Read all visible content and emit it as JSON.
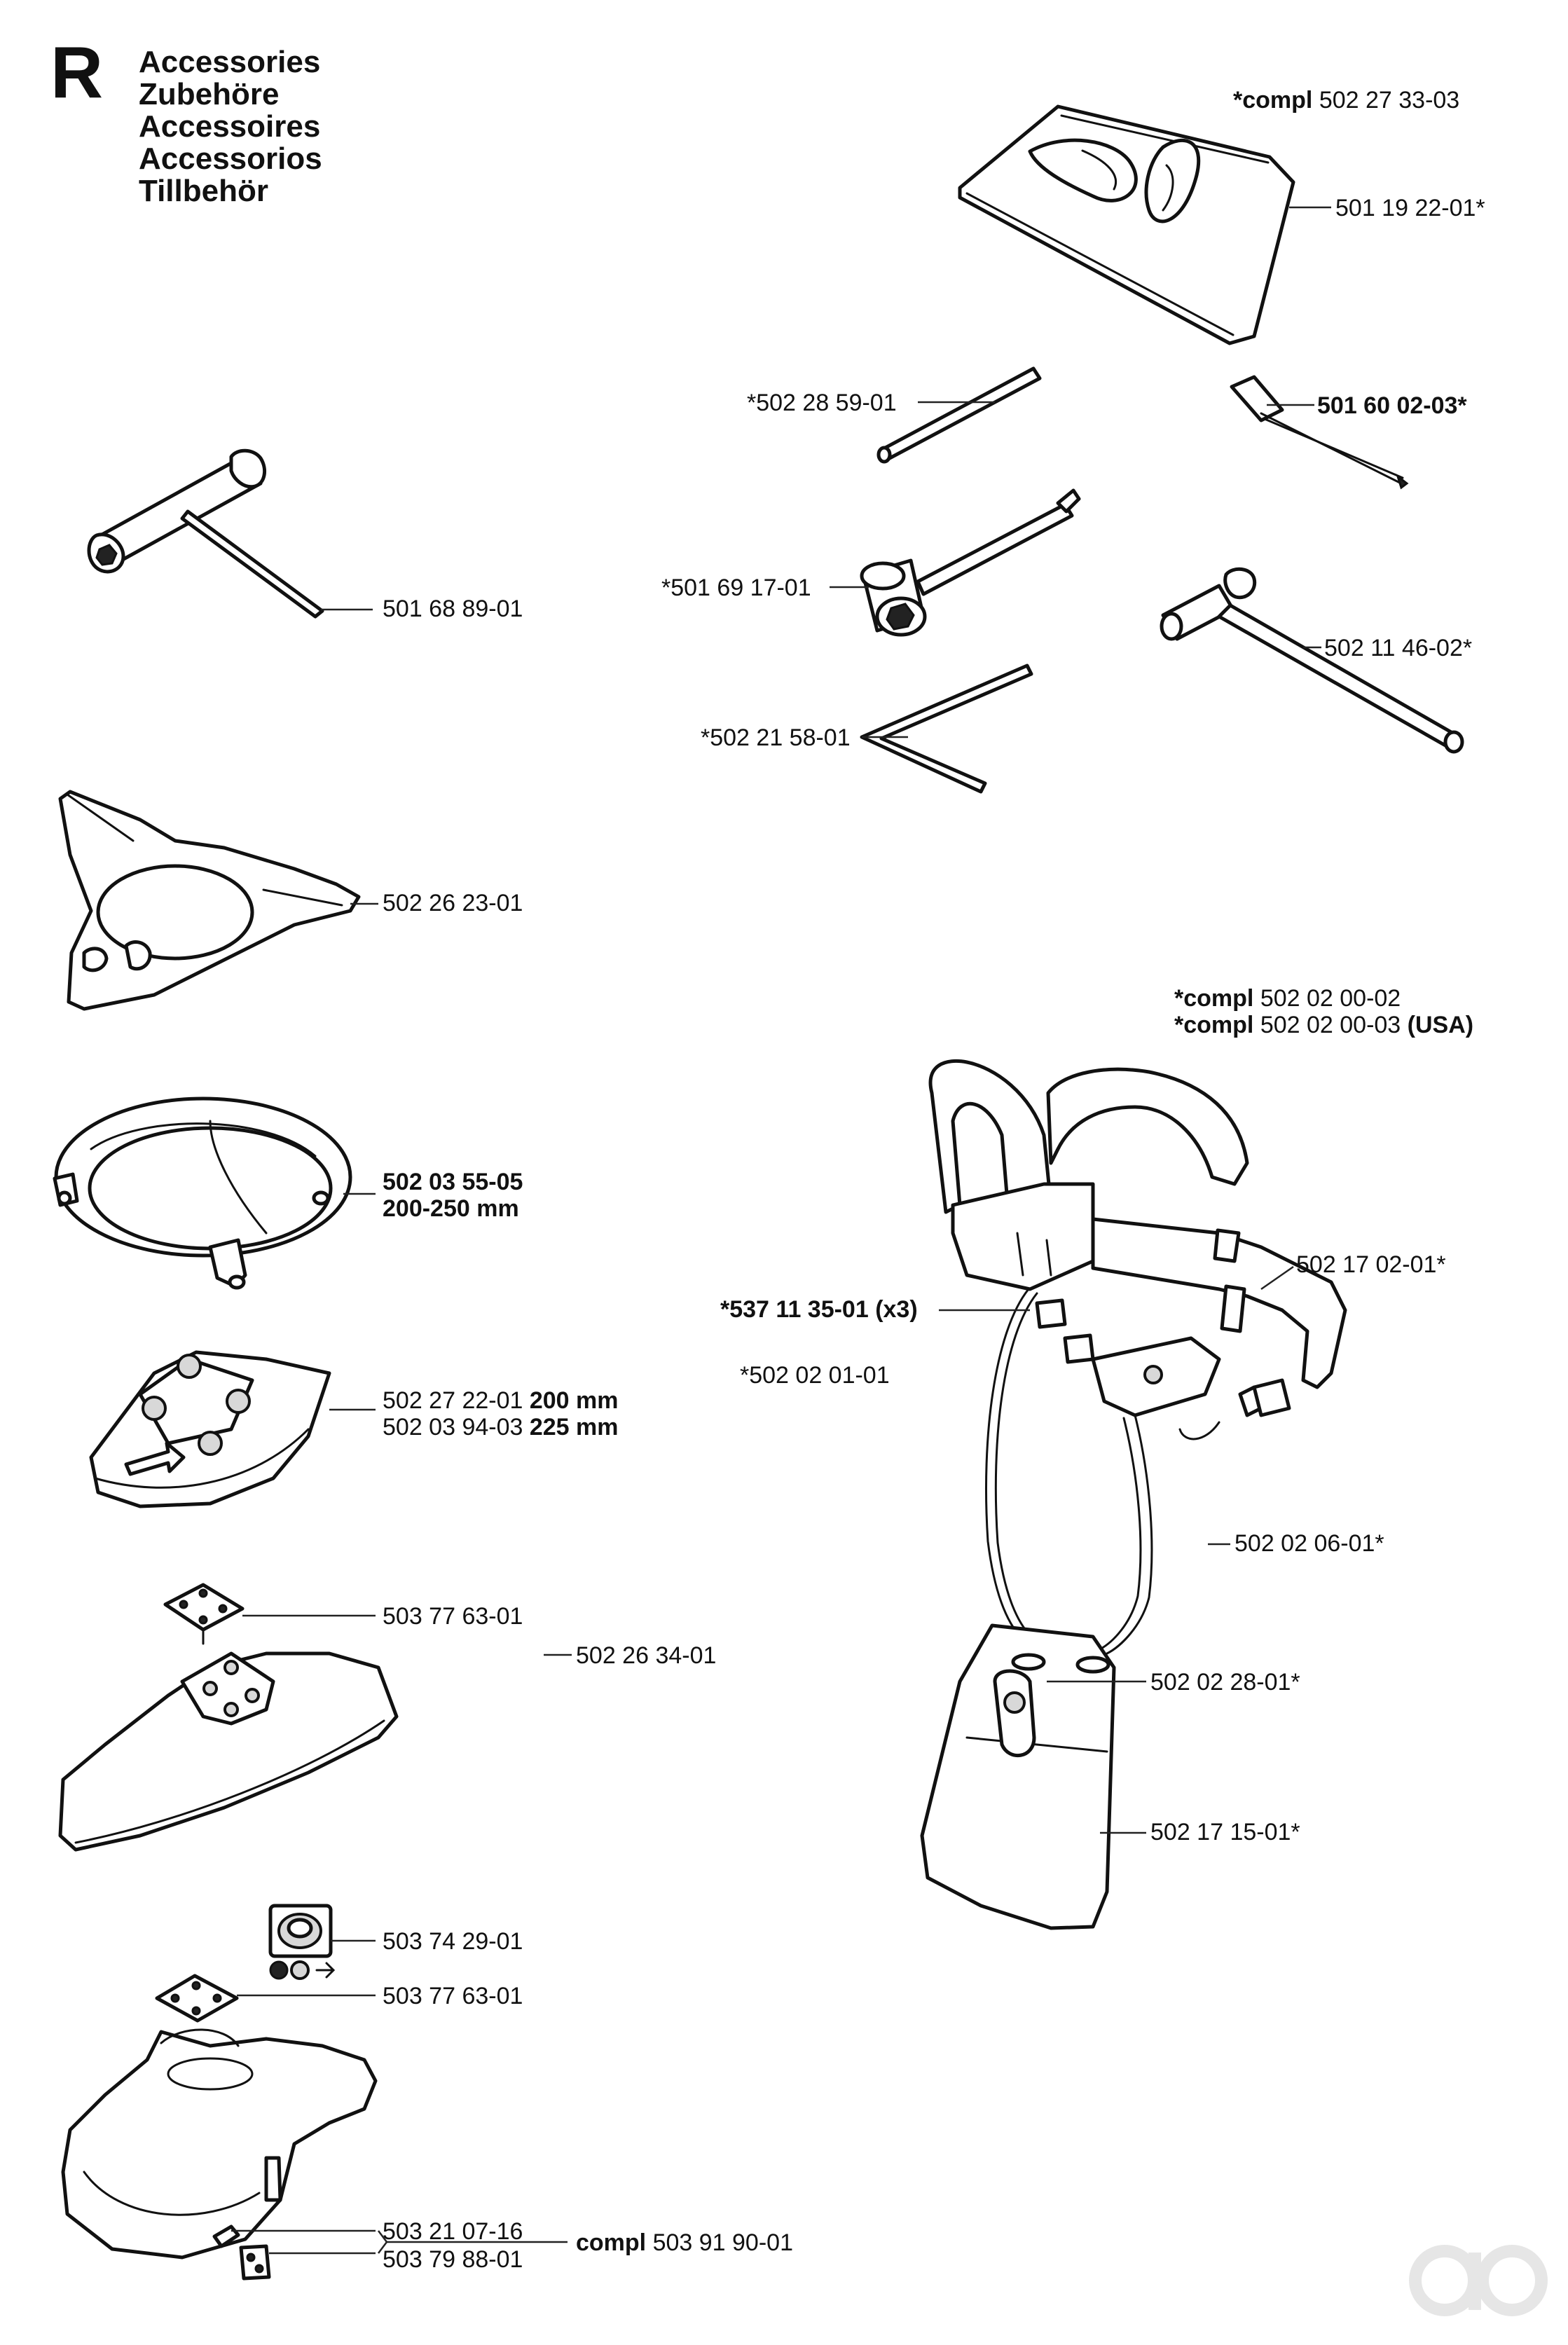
{
  "section": {
    "letter": "R",
    "titles": [
      "Accessories",
      "Zubehöre",
      "Accessoires",
      "Accessorios",
      "Tillbehör"
    ]
  },
  "labels": {
    "tool_bag_compl": {
      "prefix": "*compl",
      "number": "502 27 33-03"
    },
    "tool_bag": "501 19 22-01*",
    "rod": "*502 28 59-01",
    "screwdriver": "501 60 02-03*",
    "t_wrench_left": "501 68 89-01",
    "socket_wrench": "*501 69 17-01",
    "combi_wrench": "502 11 46-02*",
    "hex_key": "*502 21 58-01",
    "support_cup": "502 26 23-01",
    "guard_ring_number": "502 03 55-05",
    "guard_ring_size": "200-250 mm",
    "guard_small_1_number": "502 27 22-01",
    "guard_small_1_size": "200 mm",
    "guard_small_2_number": "502 03 94-03",
    "guard_small_2_size": "225 mm",
    "plate_upper": "503 77 63-01",
    "guard_large": "502 26 34-01",
    "trimmer_head": "503 74 29-01",
    "plate_lower": "503 77 63-01",
    "knife_1": "503 21 07-16",
    "knife_2": "503 79 88-01",
    "trimmer_guard_compl": {
      "prefix": "compl",
      "number": "503 91 90-01"
    },
    "harness_compl_1": {
      "prefix": "*compl",
      "number": "502 02 00-02"
    },
    "harness_compl_2": {
      "prefix": "*compl",
      "number": "502 02 00-03",
      "suffix": "(USA)"
    },
    "buckle": "502 17 02-01*",
    "hook": "*537 11 35-01 (x3)",
    "harness_strap": "*502 02 01-01",
    "harness_cord": "502 02 06-01*",
    "harness_hook": "502 02 28-01*",
    "hip_pad": "502 17 15-01*"
  },
  "colors": {
    "ink": "#111111",
    "paper": "#ffffff",
    "watermark": "#e6e6e6"
  },
  "watermark_icon": "ao-logo-watermark"
}
